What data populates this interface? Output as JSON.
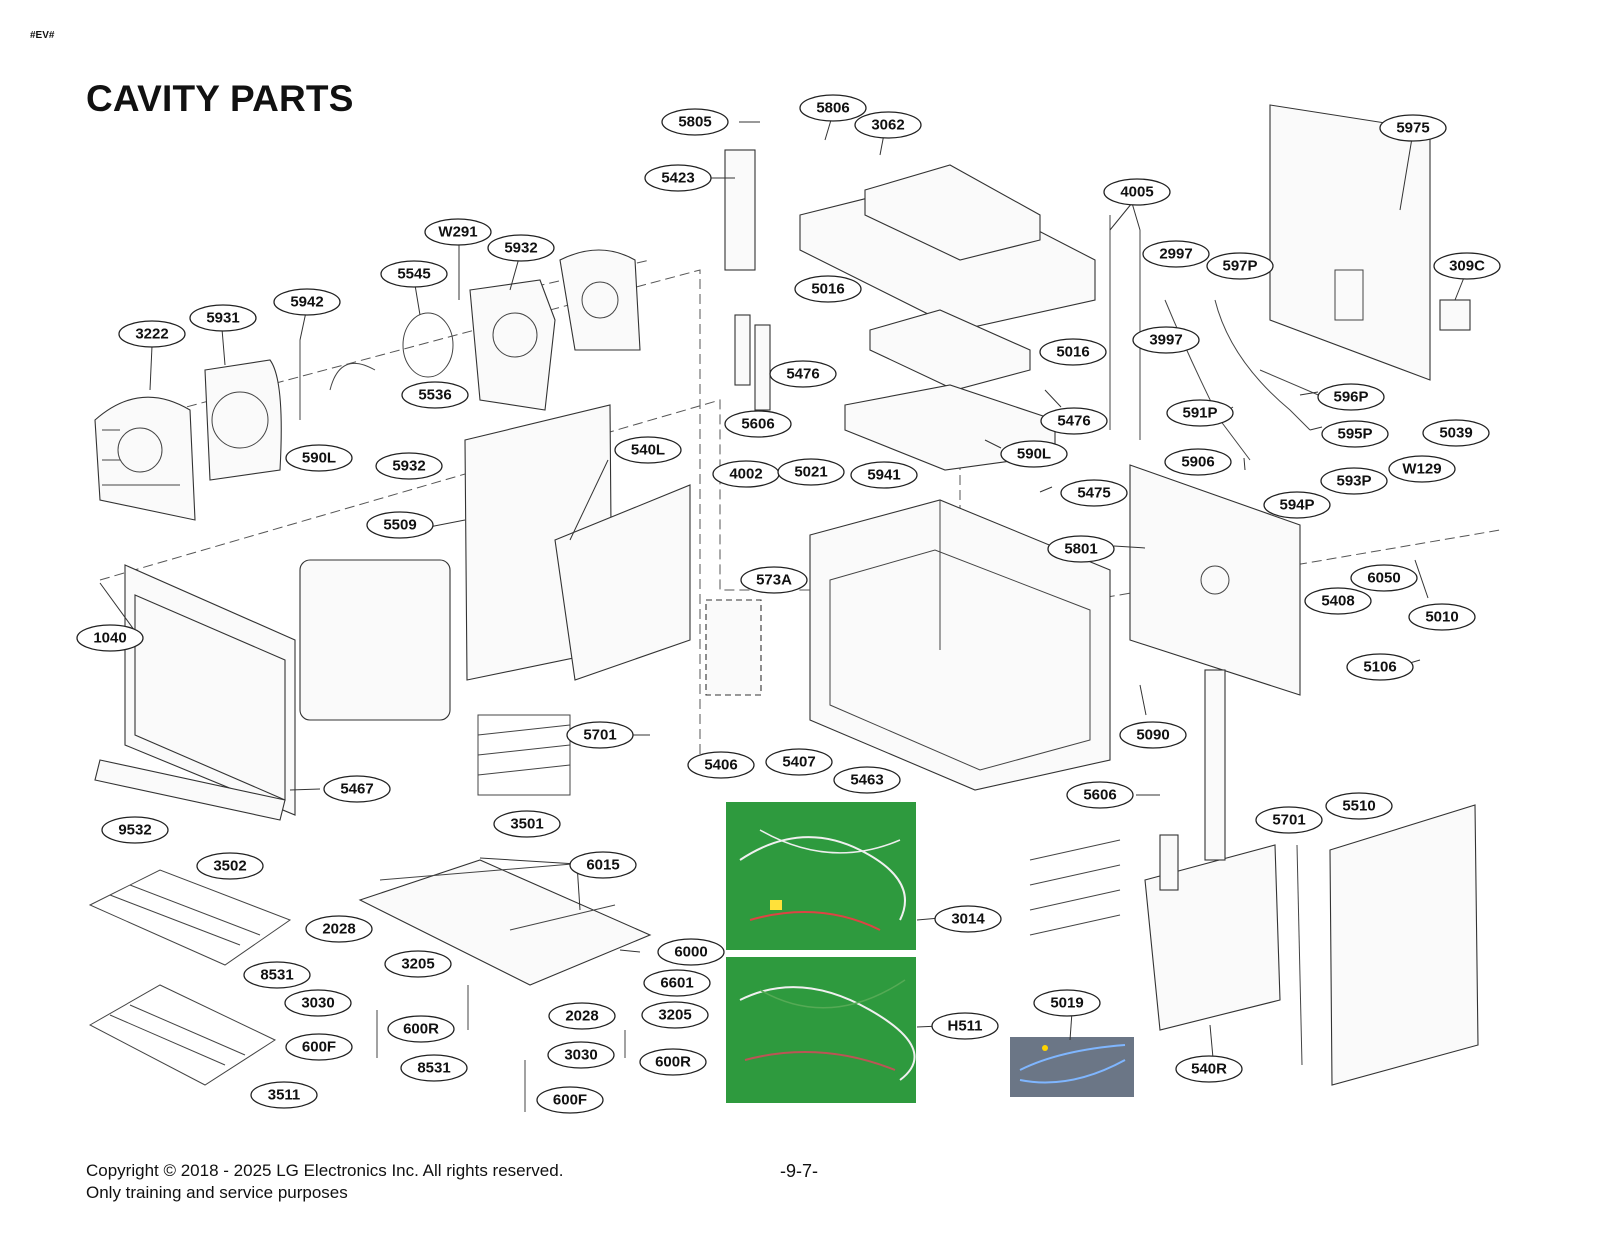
{
  "page_tag": "#EV#",
  "title": "CAVITY PARTS",
  "page_number": "-9-7-",
  "footer": {
    "copyright": "Copyright © 2018 - 2025 LG Electronics Inc. All rights reserved.",
    "purpose": "Only training and service purposes"
  },
  "colors": {
    "photo_background": "#2e9a3e",
    "line": "#333333"
  },
  "callouts": [
    {
      "id": "c-5805",
      "label": "5805"
    },
    {
      "id": "c-5806",
      "label": "5806"
    },
    {
      "id": "c-3062",
      "label": "3062"
    },
    {
      "id": "c-5975",
      "label": "5975"
    },
    {
      "id": "c-5423",
      "label": "5423"
    },
    {
      "id": "c-4005",
      "label": "4005"
    },
    {
      "id": "c-w291",
      "label": "W291"
    },
    {
      "id": "c-5932a",
      "label": "5932"
    },
    {
      "id": "c-2997",
      "label": "2997"
    },
    {
      "id": "c-597p",
      "label": "597P"
    },
    {
      "id": "c-309c",
      "label": "309C"
    },
    {
      "id": "c-5545",
      "label": "5545"
    },
    {
      "id": "c-5016a",
      "label": "5016"
    },
    {
      "id": "c-5942",
      "label": "5942"
    },
    {
      "id": "c-3997",
      "label": "3997"
    },
    {
      "id": "c-5931",
      "label": "5931"
    },
    {
      "id": "c-3222",
      "label": "3222"
    },
    {
      "id": "c-5016b",
      "label": "5016"
    },
    {
      "id": "c-5476a",
      "label": "5476"
    },
    {
      "id": "c-5536",
      "label": "5536"
    },
    {
      "id": "c-596p",
      "label": "596P"
    },
    {
      "id": "c-591p",
      "label": "591P"
    },
    {
      "id": "c-5476b",
      "label": "5476"
    },
    {
      "id": "c-5606a",
      "label": "5606"
    },
    {
      "id": "c-595p",
      "label": "595P"
    },
    {
      "id": "c-5039",
      "label": "5039"
    },
    {
      "id": "c-590la",
      "label": "590L"
    },
    {
      "id": "c-5932b",
      "label": "5932"
    },
    {
      "id": "c-540l",
      "label": "540L"
    },
    {
      "id": "c-590lb",
      "label": "590L"
    },
    {
      "id": "c-5906",
      "label": "5906"
    },
    {
      "id": "c-w129",
      "label": "W129"
    },
    {
      "id": "c-4002",
      "label": "4002"
    },
    {
      "id": "c-5021",
      "label": "5021"
    },
    {
      "id": "c-5941",
      "label": "5941"
    },
    {
      "id": "c-593p",
      "label": "593P"
    },
    {
      "id": "c-5475",
      "label": "5475"
    },
    {
      "id": "c-594p",
      "label": "594P"
    },
    {
      "id": "c-5509",
      "label": "5509"
    },
    {
      "id": "c-5801",
      "label": "5801"
    },
    {
      "id": "c-6050",
      "label": "6050"
    },
    {
      "id": "c-573a",
      "label": "573A"
    },
    {
      "id": "c-5408",
      "label": "5408"
    },
    {
      "id": "c-5010",
      "label": "5010"
    },
    {
      "id": "c-1040",
      "label": "1040"
    },
    {
      "id": "c-5106",
      "label": "5106"
    },
    {
      "id": "c-5701a",
      "label": "5701"
    },
    {
      "id": "c-5090",
      "label": "5090"
    },
    {
      "id": "c-5406",
      "label": "5406"
    },
    {
      "id": "c-5407",
      "label": "5407"
    },
    {
      "id": "c-5463",
      "label": "5463"
    },
    {
      "id": "c-5467",
      "label": "5467"
    },
    {
      "id": "c-5606b",
      "label": "5606"
    },
    {
      "id": "c-5510",
      "label": "5510"
    },
    {
      "id": "c-3501",
      "label": "3501"
    },
    {
      "id": "c-5701b",
      "label": "5701"
    },
    {
      "id": "c-9532",
      "label": "9532"
    },
    {
      "id": "c-3502",
      "label": "3502"
    },
    {
      "id": "c-6015",
      "label": "6015"
    },
    {
      "id": "c-3014",
      "label": "3014"
    },
    {
      "id": "c-2028a",
      "label": "2028"
    },
    {
      "id": "c-6000",
      "label": "6000"
    },
    {
      "id": "c-3205a",
      "label": "3205"
    },
    {
      "id": "c-8531a",
      "label": "8531"
    },
    {
      "id": "c-6601",
      "label": "6601"
    },
    {
      "id": "c-5019",
      "label": "5019"
    },
    {
      "id": "c-3030a",
      "label": "3030"
    },
    {
      "id": "c-2028b",
      "label": "2028"
    },
    {
      "id": "c-3205b",
      "label": "3205"
    },
    {
      "id": "c-600ra",
      "label": "600R"
    },
    {
      "id": "c-h511",
      "label": "H511"
    },
    {
      "id": "c-600fa",
      "label": "600F"
    },
    {
      "id": "c-3030b",
      "label": "3030"
    },
    {
      "id": "c-600rb",
      "label": "600R"
    },
    {
      "id": "c-8531b",
      "label": "8531"
    },
    {
      "id": "c-540r",
      "label": "540R"
    },
    {
      "id": "c-3511",
      "label": "3511"
    },
    {
      "id": "c-600fb",
      "label": "600F"
    }
  ]
}
